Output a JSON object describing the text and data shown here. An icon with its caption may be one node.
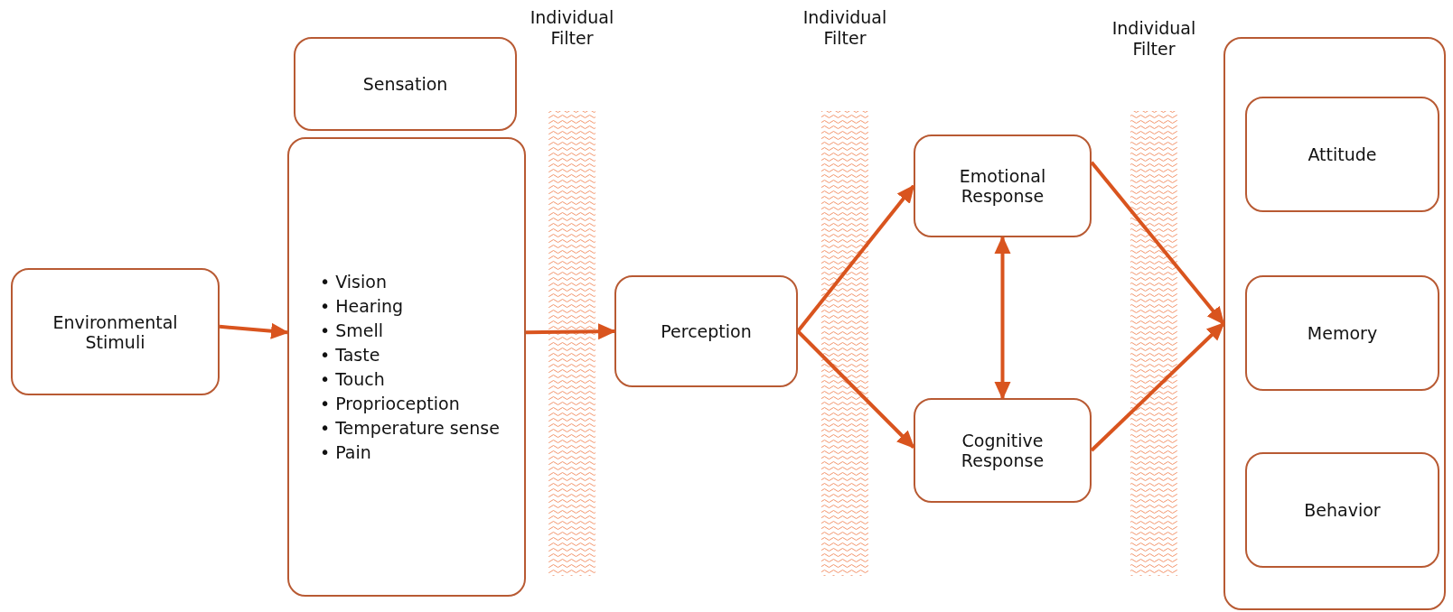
{
  "diagram": {
    "nodes": [
      {
        "text": [
          "Environmental Stimuli"
        ]
      },
      {
        "text": [
          "Sensation"
        ]
      },
      {
        "text": [
          "• Vision",
          "• Hearing",
          "• Smell",
          "• Taste",
          "• Touch",
          "• Proprioception",
          "• Temperature sense",
          "• Pain"
        ]
      },
      {
        "text": [
          "Perception"
        ]
      },
      {
        "text": [
          "Emotional Response"
        ]
      },
      {
        "text": [
          "Cognitive Response"
        ]
      },
      {
        "text": [],
        "shape": "box"
      },
      {
        "text": [
          "Attitude"
        ],
        "in": 6
      },
      {
        "text": [
          "Memory"
        ],
        "in": 6
      },
      {
        "text": [
          "Behavior"
        ],
        "in": 6
      }
    ],
    "edges": [
      {
        "from": 0,
        "to": 2,
        "arrow": "to"
      },
      {
        "from": 2,
        "to": 3,
        "arrow": "to"
      },
      {
        "from": 3,
        "to": 4,
        "arrow": "to"
      },
      {
        "from": 3,
        "to": 5,
        "arrow": "to"
      },
      {
        "from": 4,
        "to": 5,
        "arrow": "both"
      },
      {
        "from": 4,
        "to": 6,
        "arrow": "to"
      },
      {
        "from": 5,
        "to": 6,
        "arrow": "to"
      }
    ],
    "labels": [
      "Individual Filter",
      "Individual Filter",
      "Individual Filter"
    ]
  }
}
